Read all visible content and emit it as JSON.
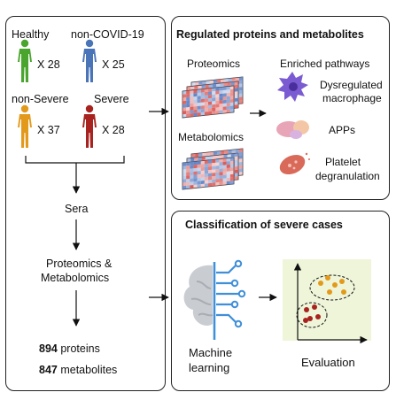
{
  "left": {
    "groups": [
      {
        "label": "Healthy",
        "count": "X 28",
        "color": "#4aa52e"
      },
      {
        "label": "non-COVID-19",
        "count": "X 25",
        "color": "#4a74b8"
      },
      {
        "label": "non-Severe",
        "count": "X 37",
        "color": "#e39a1b"
      },
      {
        "label": "Severe",
        "count": "X 28",
        "color": "#a8231f"
      }
    ],
    "steps": {
      "sera": "Sera",
      "omics_line1": "Proteomics &",
      "omics_line2": "Metabolomics"
    },
    "results": {
      "proteins_count": "894",
      "proteins_label": "proteins",
      "metabolites_count": "847",
      "metabolites_label": "metabolites"
    }
  },
  "top_right": {
    "title": "Regulated proteins and metabolites",
    "proteomics": "Proteomics",
    "metabolomics": "Metabolomics",
    "enriched": "Enriched pathways",
    "pathways": [
      {
        "line1": "Dysregulated",
        "line2": "macrophage"
      },
      {
        "line1": "APPs",
        "line2": ""
      },
      {
        "line1": "Platelet",
        "line2": "degranulation"
      }
    ]
  },
  "bottom_right": {
    "title": "Classification of severe cases",
    "ml_line1": "Machine",
    "ml_line2": "learning",
    "evaluation": "Evaluation"
  },
  "colors": {
    "heat_red": "#d9534f",
    "heat_blue": "#5b7fc4",
    "brain_gray": "#c9ccd1",
    "circuit_blue": "#3f8fd9",
    "plot_bg": "#eef5d8",
    "severe_dot": "#a8231f",
    "nonsevere_dot": "#e39a1b",
    "macrophage": "#7b5bd1",
    "platelet": "#d96a5a"
  }
}
